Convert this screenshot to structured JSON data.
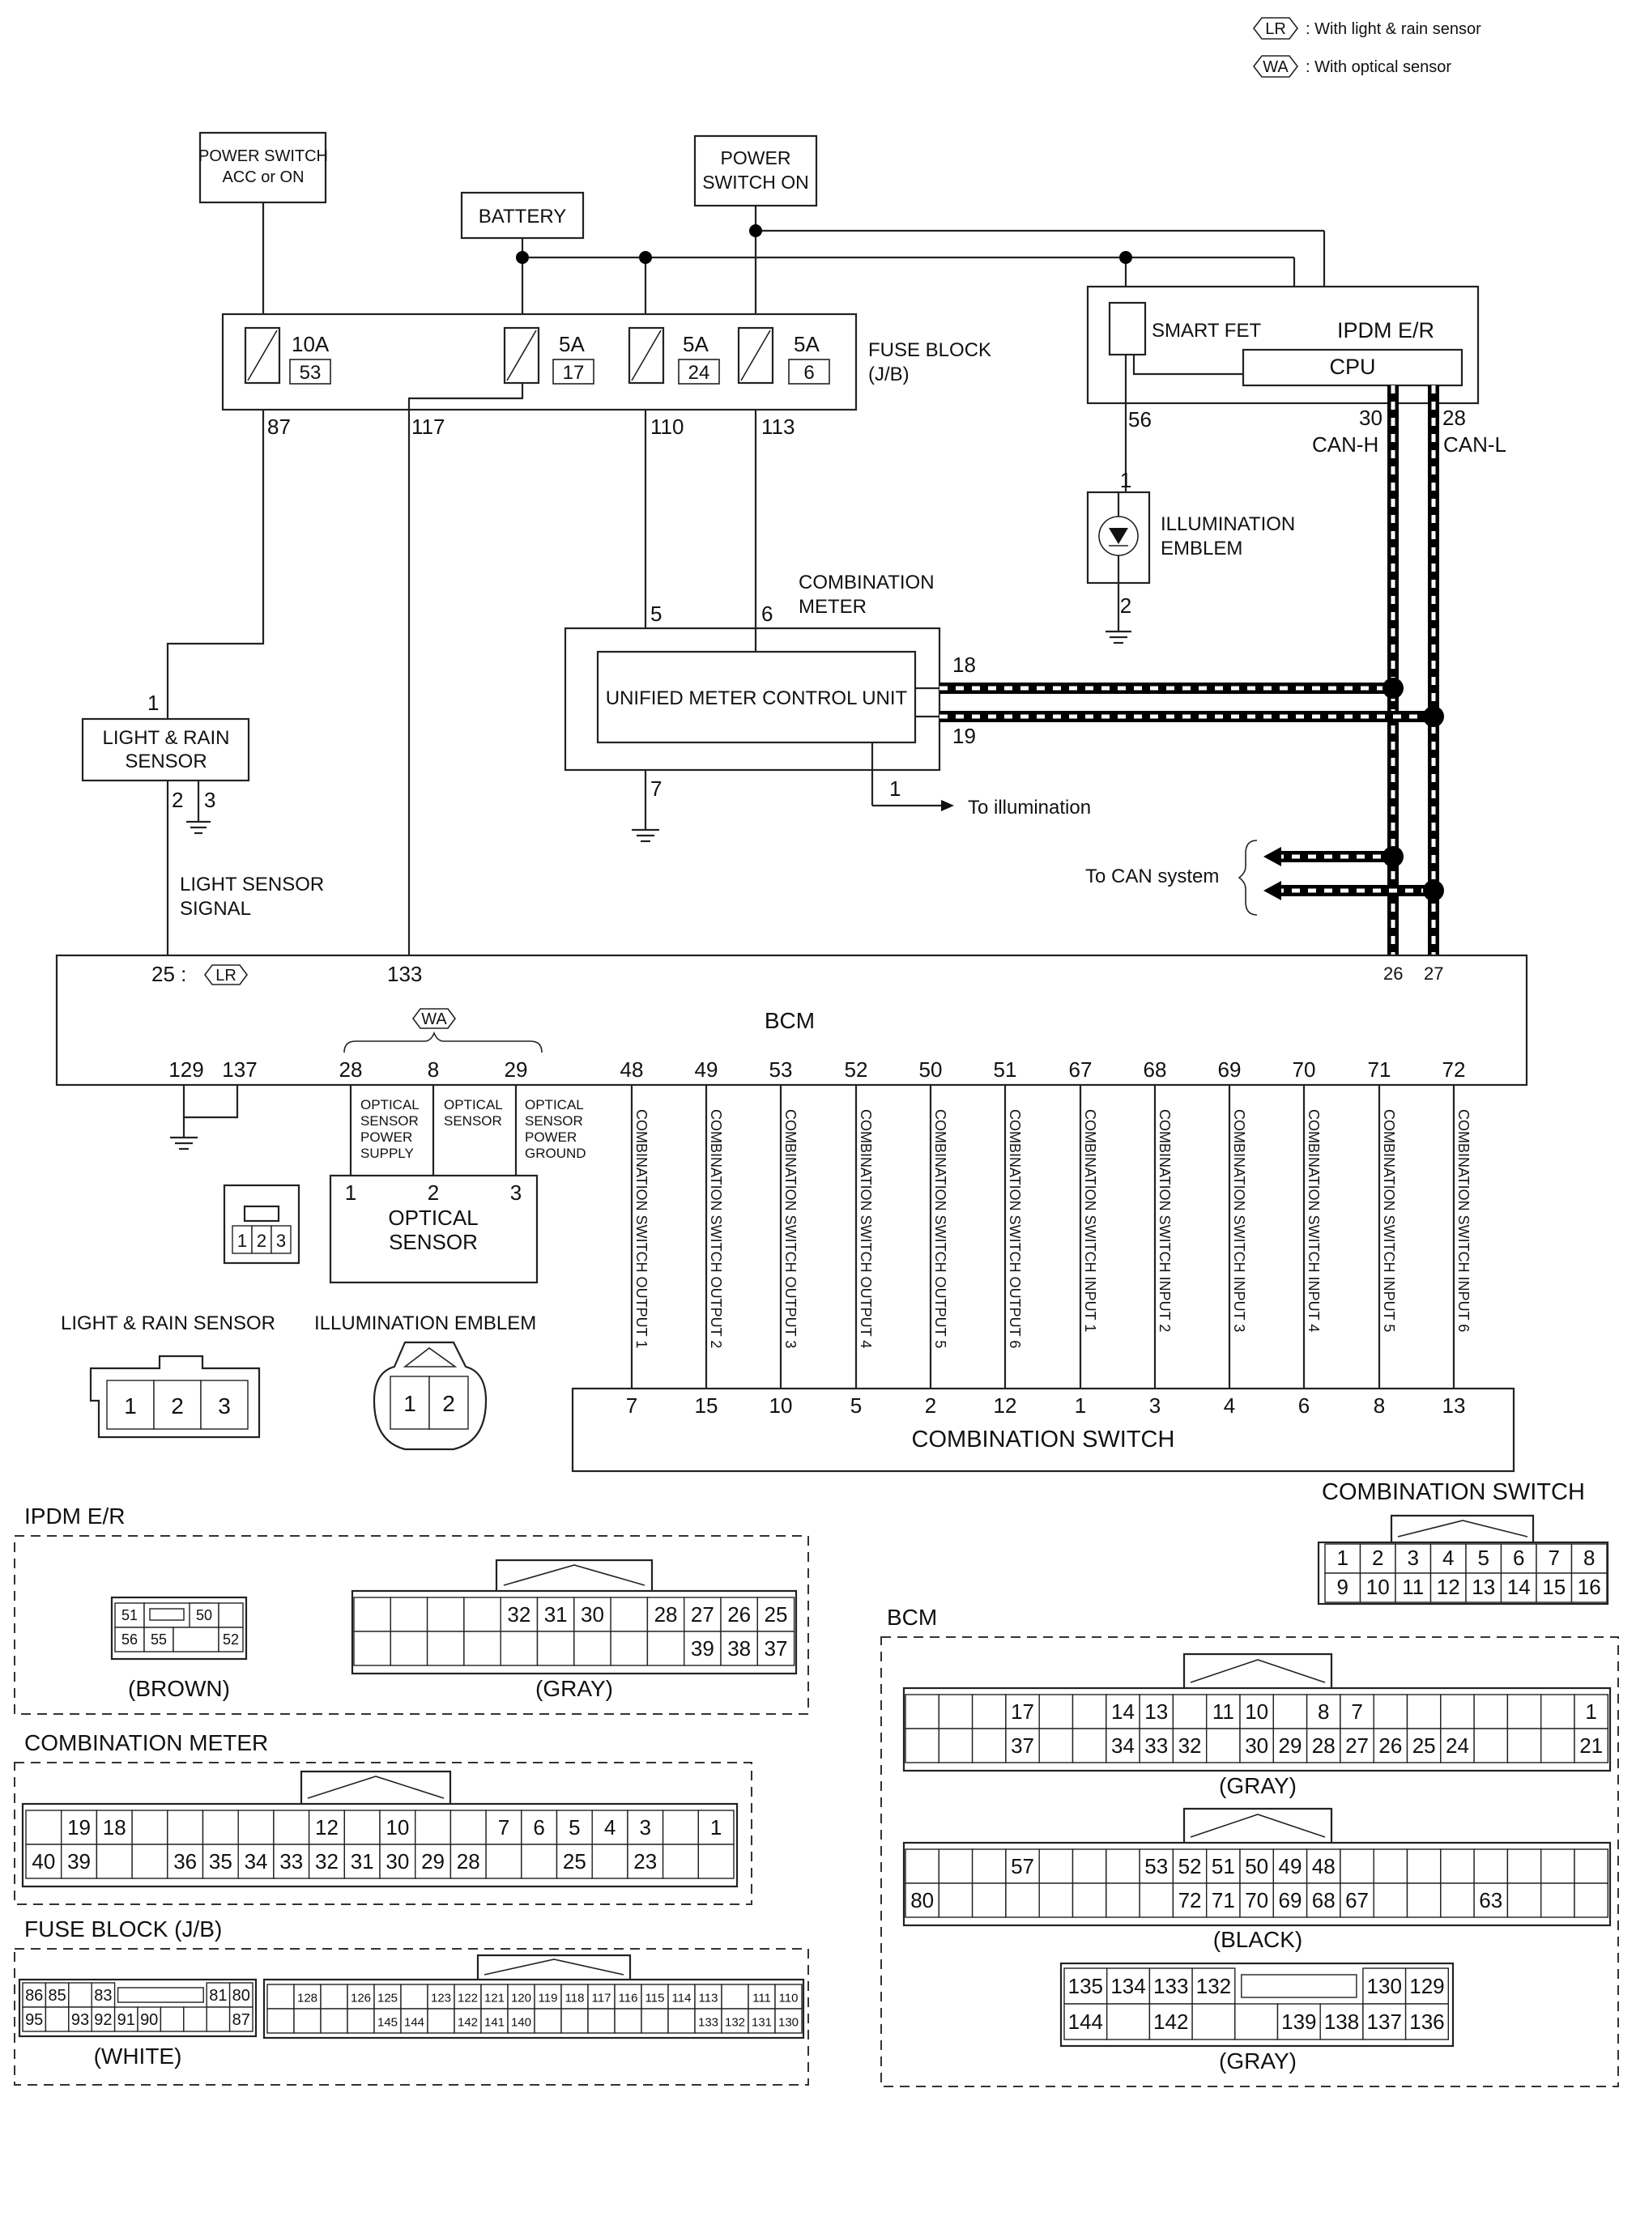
{
  "legend": [
    {
      "tag": "LR",
      "text": ": With light & rain sensor"
    },
    {
      "tag": "WA",
      "text": ": With optical sensor"
    }
  ],
  "sources": {
    "power_acc_on": [
      "POWER SWITCH",
      "ACC or ON"
    ],
    "battery": "BATTERY",
    "power_on": [
      "POWER",
      "SWITCH ON"
    ]
  },
  "fuse_block": {
    "label": [
      "FUSE BLOCK",
      "(J/B)"
    ],
    "fuses": [
      {
        "amp": "10A",
        "no": "53"
      },
      {
        "amp": "5A",
        "no": "17"
      },
      {
        "amp": "5A",
        "no": "24"
      },
      {
        "amp": "5A",
        "no": "6"
      }
    ],
    "terminals": [
      "87",
      "117",
      "110",
      "113"
    ]
  },
  "ipdm": {
    "title": "IPDM E/R",
    "smart_fet": "SMART FET",
    "cpu": "CPU",
    "pin56": "56",
    "pin30": "30",
    "pin28": "28",
    "can_h": "CAN-H",
    "can_l": "CAN-L"
  },
  "illumination": {
    "label": [
      "ILLUMINATION",
      "EMBLEM"
    ],
    "pin1": "1",
    "pin2": "2"
  },
  "meter": {
    "label": [
      "COMBINATION",
      "METER"
    ],
    "unit": "UNIFIED METER CONTROL UNIT",
    "pins": {
      "p5": "5",
      "p6": "6",
      "p18": "18",
      "p19": "19",
      "p7": "7",
      "p1": "1"
    },
    "to_illum": "To illumination"
  },
  "light_rain": {
    "label": [
      "LIGHT & RAIN",
      "SENSOR"
    ],
    "pin1": "1",
    "pin2": "2",
    "pin3": "3"
  },
  "light_signal": [
    "LIGHT SENSOR",
    "SIGNAL"
  ],
  "to_can": "To CAN system",
  "bcm": {
    "title": "BCM",
    "top_pins": {
      "p25": "25 :",
      "p133": "133",
      "p26": "26",
      "p27": "27"
    },
    "bottom_pins": [
      "129",
      "137",
      "28",
      "8",
      "29",
      "48",
      "49",
      "53",
      "52",
      "50",
      "51",
      "67",
      "68",
      "69",
      "70",
      "71",
      "72"
    ]
  },
  "optical": {
    "label": [
      "OPTICAL",
      "SENSOR"
    ],
    "pin_labels": [
      [
        "OPTICAL",
        "SENSOR",
        "POWER",
        "SUPPLY"
      ],
      [
        "OPTICAL",
        "SENSOR"
      ],
      [
        "OPTICAL",
        "SENSOR",
        "POWER",
        "GROUND"
      ]
    ],
    "pins": [
      "1",
      "2",
      "3"
    ]
  },
  "switch_signals": [
    "COMBINATION SWITCH OUTPUT 1",
    "COMBINATION SWITCH OUTPUT 2",
    "COMBINATION SWITCH OUTPUT 3",
    "COMBINATION SWITCH OUTPUT 4",
    "COMBINATION SWITCH OUTPUT 5",
    "COMBINATION SWITCH OUTPUT 6",
    "COMBINATION SWITCH INPUT 1",
    "COMBINATION SWITCH INPUT 2",
    "COMBINATION SWITCH INPUT 3",
    "COMBINATION SWITCH INPUT 4",
    "COMBINATION SWITCH INPUT 5",
    "COMBINATION SWITCH INPUT 6"
  ],
  "combination_switch": {
    "label": "COMBINATION SWITCH",
    "pins": [
      "7",
      "15",
      "10",
      "5",
      "2",
      "12",
      "1",
      "3",
      "4",
      "6",
      "8",
      "13"
    ]
  },
  "connectors": {
    "optical_conn": [
      "1",
      "2",
      "3"
    ],
    "light_rain_title": "LIGHT & RAIN SENSOR",
    "light_rain_conn": [
      "1",
      "2",
      "3"
    ],
    "illum_title": "ILLUMINATION EMBLEM",
    "illum_conn": [
      "1",
      "2"
    ],
    "combo_switch_title": "COMBINATION SWITCH",
    "combo_switch_row1": [
      "1",
      "2",
      "3",
      "4",
      "5",
      "6",
      "7",
      "8"
    ],
    "combo_switch_row2": [
      "9",
      "10",
      "11",
      "12",
      "13",
      "14",
      "15",
      "16"
    ],
    "ipdm_title": "IPDM E/R",
    "ipdm_brown": {
      "cells": [
        "51",
        "50",
        "56",
        "55",
        "52"
      ],
      "caption": "(BROWN)"
    },
    "ipdm_gray": {
      "row1": [
        "",
        "",
        "",
        "",
        "32",
        "31",
        "30",
        "",
        "28",
        "27",
        "26",
        "25"
      ],
      "row2": [
        "",
        "",
        "",
        "",
        "",
        "",
        "",
        "",
        "",
        "39",
        "38",
        "37"
      ],
      "caption": "(GRAY)"
    },
    "meter_title": "COMBINATION METER",
    "meter_conn": {
      "row1": [
        "",
        "19",
        "18",
        "",
        "",
        "",
        "",
        "",
        "12",
        "",
        "10",
        "",
        "",
        "7",
        "6",
        "5",
        "4",
        "3",
        "",
        "1"
      ],
      "row2": [
        "40",
        "39",
        "",
        "",
        "36",
        "35",
        "34",
        "33",
        "32",
        "31",
        "30",
        "29",
        "28",
        "",
        "",
        "25",
        "",
        "23",
        "",
        ""
      ]
    },
    "fuse_title": "FUSE BLOCK (J/B)",
    "fuse_white": {
      "row1": [
        "86",
        "85",
        "",
        "83",
        "",
        "",
        "",
        "",
        "81",
        "80"
      ],
      "row2": [
        "95",
        "",
        "93",
        "92",
        "91",
        "90",
        "",
        "",
        "",
        "87"
      ],
      "caption": "(WHITE)"
    },
    "fuse_big": {
      "row1": [
        "",
        "128",
        "",
        "126",
        "125",
        "",
        "123",
        "122",
        "121",
        "120",
        "119",
        "118",
        "117",
        "116",
        "115",
        "114",
        "113",
        "",
        "111",
        "110"
      ],
      "row2": [
        "",
        "",
        "",
        "",
        "145",
        "144",
        "",
        "142",
        "141",
        "140",
        "",
        "",
        "",
        "",
        "",
        "",
        "133",
        "132",
        "131",
        "130"
      ]
    },
    "bcm_title": "BCM",
    "bcm_gray1": {
      "row1": [
        "",
        "",
        "",
        "17",
        "",
        "",
        "14",
        "13",
        "",
        "11",
        "10",
        "",
        "8",
        "7",
        "",
        "",
        "",
        "",
        "",
        "",
        "1"
      ],
      "row2": [
        "",
        "",
        "",
        "37",
        "",
        "",
        "34",
        "33",
        "32",
        "",
        "30",
        "29",
        "28",
        "27",
        "26",
        "25",
        "24",
        "",
        "",
        "",
        "21"
      ],
      "caption": "(GRAY)"
    },
    "bcm_black": {
      "row1": [
        "",
        "",
        "",
        "57",
        "",
        "",
        "",
        "53",
        "52",
        "51",
        "50",
        "49",
        "48",
        "",
        "",
        "",
        "",
        "",
        "",
        "",
        ""
      ],
      "row2": [
        "80",
        "",
        "",
        "",
        "",
        "",
        "",
        "",
        "72",
        "71",
        "70",
        "69",
        "68",
        "67",
        "",
        "",
        "",
        "63",
        "",
        "",
        ""
      ],
      "caption": "(BLACK)"
    },
    "bcm_gray2": {
      "row1": [
        "135",
        "134",
        "133",
        "132",
        "",
        "",
        "",
        "130",
        "129"
      ],
      "row2": [
        "144",
        "",
        "142",
        "",
        "",
        "139",
        "138",
        "137",
        "136"
      ],
      "caption": "(GRAY)"
    }
  }
}
